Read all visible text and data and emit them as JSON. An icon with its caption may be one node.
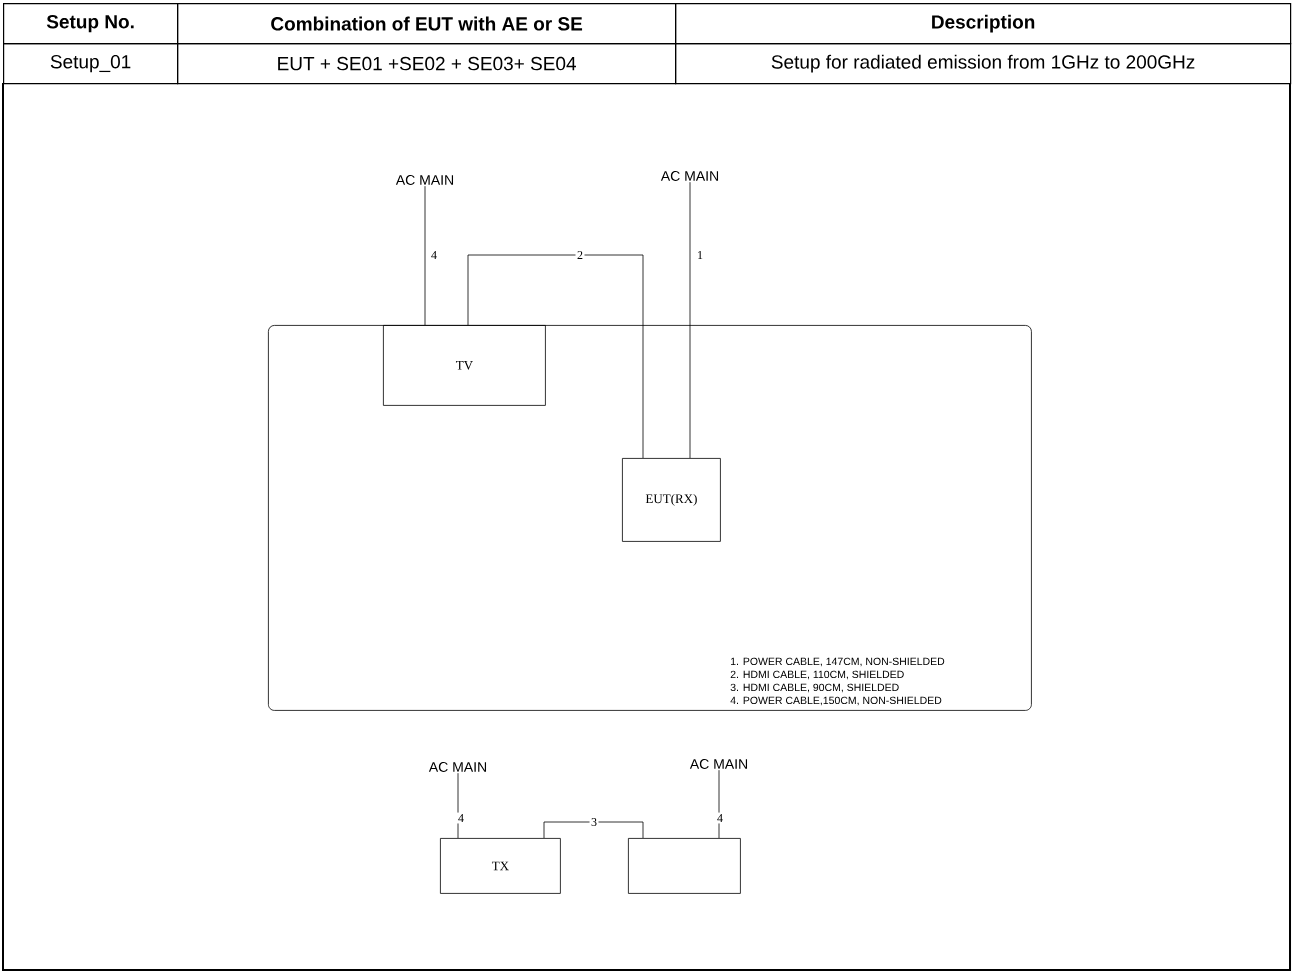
{
  "diagram": {
    "nodes": [
      {
        "text": [
          "AC MAIN"
        ]
      },
      {
        "text": [
          "AC MAIN"
        ]
      },
      {
        "text": [],
        "shape": "box"
      },
      {
        "text": [
          "TV"
        ],
        "in": 2
      },
      {
        "text": [
          "EUT(RX)"
        ],
        "in": 2
      },
      {
        "text": [
          "AC MAIN"
        ]
      },
      {
        "text": [
          "AC MAIN"
        ]
      },
      {
        "text": [
          "TX"
        ]
      },
      {
        "text": [],
        "shape": "box"
      }
    ],
    "edges": [
      {
        "from": 0,
        "to": 3,
        "arrow": "none",
        "label": "4"
      },
      {
        "from": 3,
        "to": 4,
        "arrow": "none",
        "label": "2"
      },
      {
        "from": 1,
        "to": 4,
        "arrow": "none",
        "label": "1"
      },
      {
        "from": 5,
        "to": 7,
        "arrow": "none",
        "label": "4"
      },
      {
        "from": 7,
        "to": 8,
        "arrow": "none",
        "label": "3"
      },
      {
        "from": 6,
        "to": 8,
        "arrow": "none",
        "label": "4"
      }
    ],
    "labels": [
      "Setup No.",
      "Combination of EUT with AE or SE",
      "Description",
      "Setup_01",
      "EUT + SE01 +SE02 + SE03+ SE04",
      "Setup for radiated emission from 1GHz to 200GHz",
      "1. POWER CABLE, 147CM, NON-SHIELDED",
      "2. HDMI CABLE, 110CM, SHIELDED",
      "3. HDMI CABLE, 90CM, SHIELDED",
      "4. POWER CABLE,150CM, NON-SHIELDED"
    ]
  }
}
